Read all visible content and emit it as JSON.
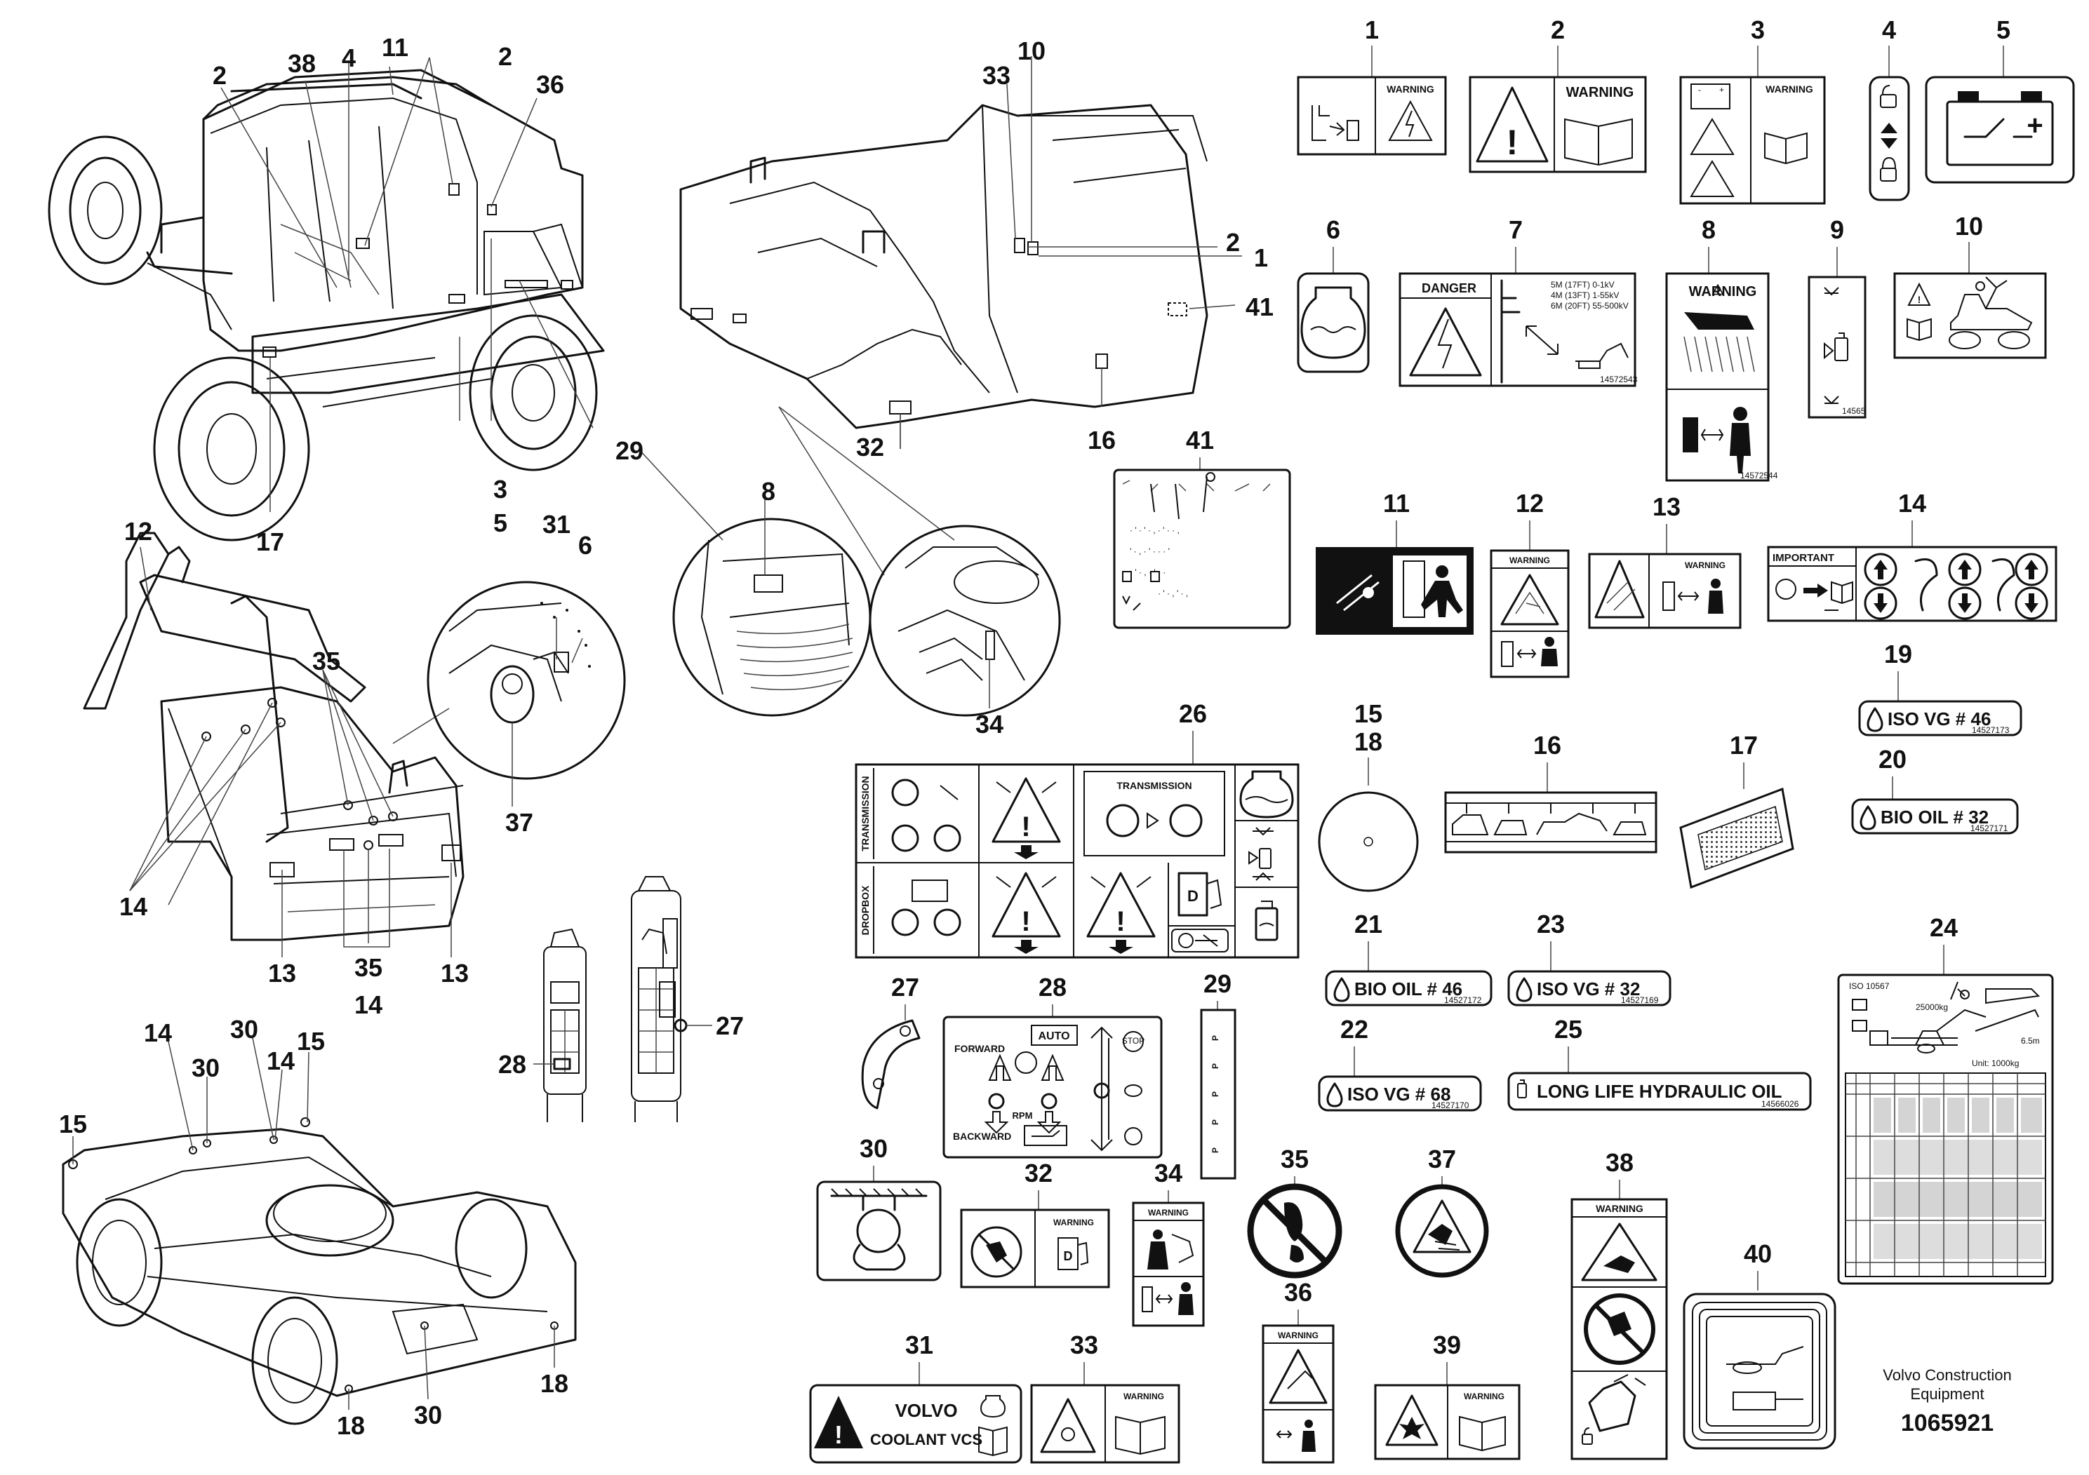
{
  "callouts": {
    "cab_view": [
      "2",
      "38",
      "4",
      "11",
      "2",
      "36",
      "17",
      "3",
      "5",
      "29"
    ],
    "rear_view": [
      "33",
      "10",
      "2",
      "1",
      "41",
      "16",
      "32"
    ],
    "front_view": [
      "12",
      "35",
      "14",
      "13",
      "35",
      "14",
      "13",
      "31",
      "6",
      "37",
      "8",
      "34"
    ],
    "undercarriage_view": [
      "14",
      "30",
      "30",
      "14",
      "15",
      "15",
      "30",
      "18",
      "18"
    ],
    "controls_view": [
      "28",
      "27"
    ]
  },
  "decals": {
    "d1": {
      "num": "1",
      "warning": "WARNING"
    },
    "d2": {
      "num": "2",
      "warning": "WARNING"
    },
    "d3": {
      "num": "3",
      "warning": "WARNING"
    },
    "d4": {
      "num": "4"
    },
    "d5": {
      "num": "5"
    },
    "d6": {
      "num": "6"
    },
    "d7": {
      "num": "7",
      "danger": "DANGER",
      "lines": [
        "5M (17FT)  0-1kV",
        "4M (13FT)  1-55kV",
        "6M (20FT)  55-500kV"
      ],
      "part": "14572543"
    },
    "d8": {
      "num": "8",
      "warning": "WARNING",
      "part": "14572544"
    },
    "d9": {
      "num": "9",
      "part": "14565"
    },
    "d10": {
      "num": "10"
    },
    "d11": {
      "num": "11"
    },
    "d12": {
      "num": "12",
      "warning": "WARNING"
    },
    "d13": {
      "num": "13",
      "warning": "WARNING"
    },
    "d14": {
      "num": "14",
      "title": "IMPORTANT"
    },
    "d15": {
      "num": "15",
      "num2": "18"
    },
    "d16": {
      "num": "16"
    },
    "d17": {
      "num": "17"
    },
    "d19": {
      "num": "19",
      "text": "ISO  VG  # 46",
      "part": "14527173"
    },
    "d20": {
      "num": "20",
      "text": "BIO  OIL  # 32",
      "part": "14527171"
    },
    "d21": {
      "num": "21",
      "text": "BIO  OIL  # 46",
      "part": "14527172"
    },
    "d22": {
      "num": "22",
      "text": "ISO  VG  # 68",
      "part": "14527170"
    },
    "d23": {
      "num": "23",
      "text": "ISO  VG  # 32",
      "part": "14527169"
    },
    "d24": {
      "num": "24",
      "iso": "ISO 10567",
      "kg": "25000kg",
      "unit": "Unit: 1000kg",
      "dist": "6.5m"
    },
    "d25": {
      "num": "25",
      "text": "LONG LIFE HYDRAULIC OIL",
      "part": "14566026"
    },
    "d26": {
      "num": "26",
      "transmission": "TRANSMISSION",
      "transmission_box": "TRANSMISSION",
      "dropbox": "DROPBOX"
    },
    "d27": {
      "num": "27"
    },
    "d28": {
      "num": "28",
      "forward": "FORWARD",
      "auto": "AUTO",
      "rpm": "RPM",
      "backward": "BACKWARD",
      "stop": "STOP"
    },
    "d29": {
      "num": "29"
    },
    "d30": {
      "num": "30"
    },
    "d31": {
      "num": "31",
      "brand": "VOLVO",
      "coolant": "COOLANT VCS"
    },
    "d32": {
      "num": "32",
      "warning": "WARNING"
    },
    "d33": {
      "num": "33",
      "warning": "WARNING"
    },
    "d34": {
      "num": "34",
      "warning": "WARNING"
    },
    "d35": {
      "num": "35"
    },
    "d36": {
      "num": "36",
      "warning": "WARNING"
    },
    "d37": {
      "num": "37"
    },
    "d38": {
      "num": "38",
      "warning": "WARNING"
    },
    "d39": {
      "num": "39",
      "warning": "WARNING"
    },
    "d40": {
      "num": "40"
    },
    "d41": {
      "num": "41"
    }
  },
  "footer": {
    "company_line1": "Volvo Construction",
    "company_line2": "Equipment",
    "drawing_number": "1065921"
  }
}
